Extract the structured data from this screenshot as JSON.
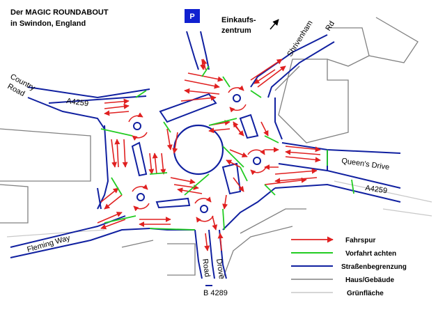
{
  "title": {
    "line1": "Der MAGIC ROUNDABOUT",
    "line2": "in Swindon, England"
  },
  "parking": {
    "label": "P"
  },
  "centre": {
    "line1": "Einkaufs-",
    "line2": "zentrum"
  },
  "roads": {
    "shrivenham_a": "Shrivenham",
    "shrivenham_b": "Rd",
    "country_a": "Country",
    "country_b": "Road",
    "a4259_left": "A4259",
    "queens": "Queen's Drive",
    "a4259_right": "A4259",
    "fleming": "Fleming Way",
    "drove_road_a": "Road",
    "drove_road_b": "Drove",
    "b4289": "B 4289"
  },
  "legend": {
    "items": [
      {
        "label": "Fahrspur",
        "color": "#e02020",
        "kind": "arrow"
      },
      {
        "label": "Vorfahrt achten",
        "color": "#22cc22",
        "kind": "line"
      },
      {
        "label": "Straßenbegrenzung",
        "color": "#1020a0",
        "kind": "line"
      },
      {
        "label": "Haus/Gebäude",
        "color": "#808080",
        "kind": "line"
      },
      {
        "label": "Grünfläche",
        "color": "#c8c8c8",
        "kind": "line"
      }
    ]
  },
  "colors": {
    "lane": "#e02020",
    "give_way": "#22cc22",
    "kerb": "#1020a0",
    "building": "#808080",
    "green_area": "#c8c8c8",
    "parking_bg": "#1020d0"
  }
}
